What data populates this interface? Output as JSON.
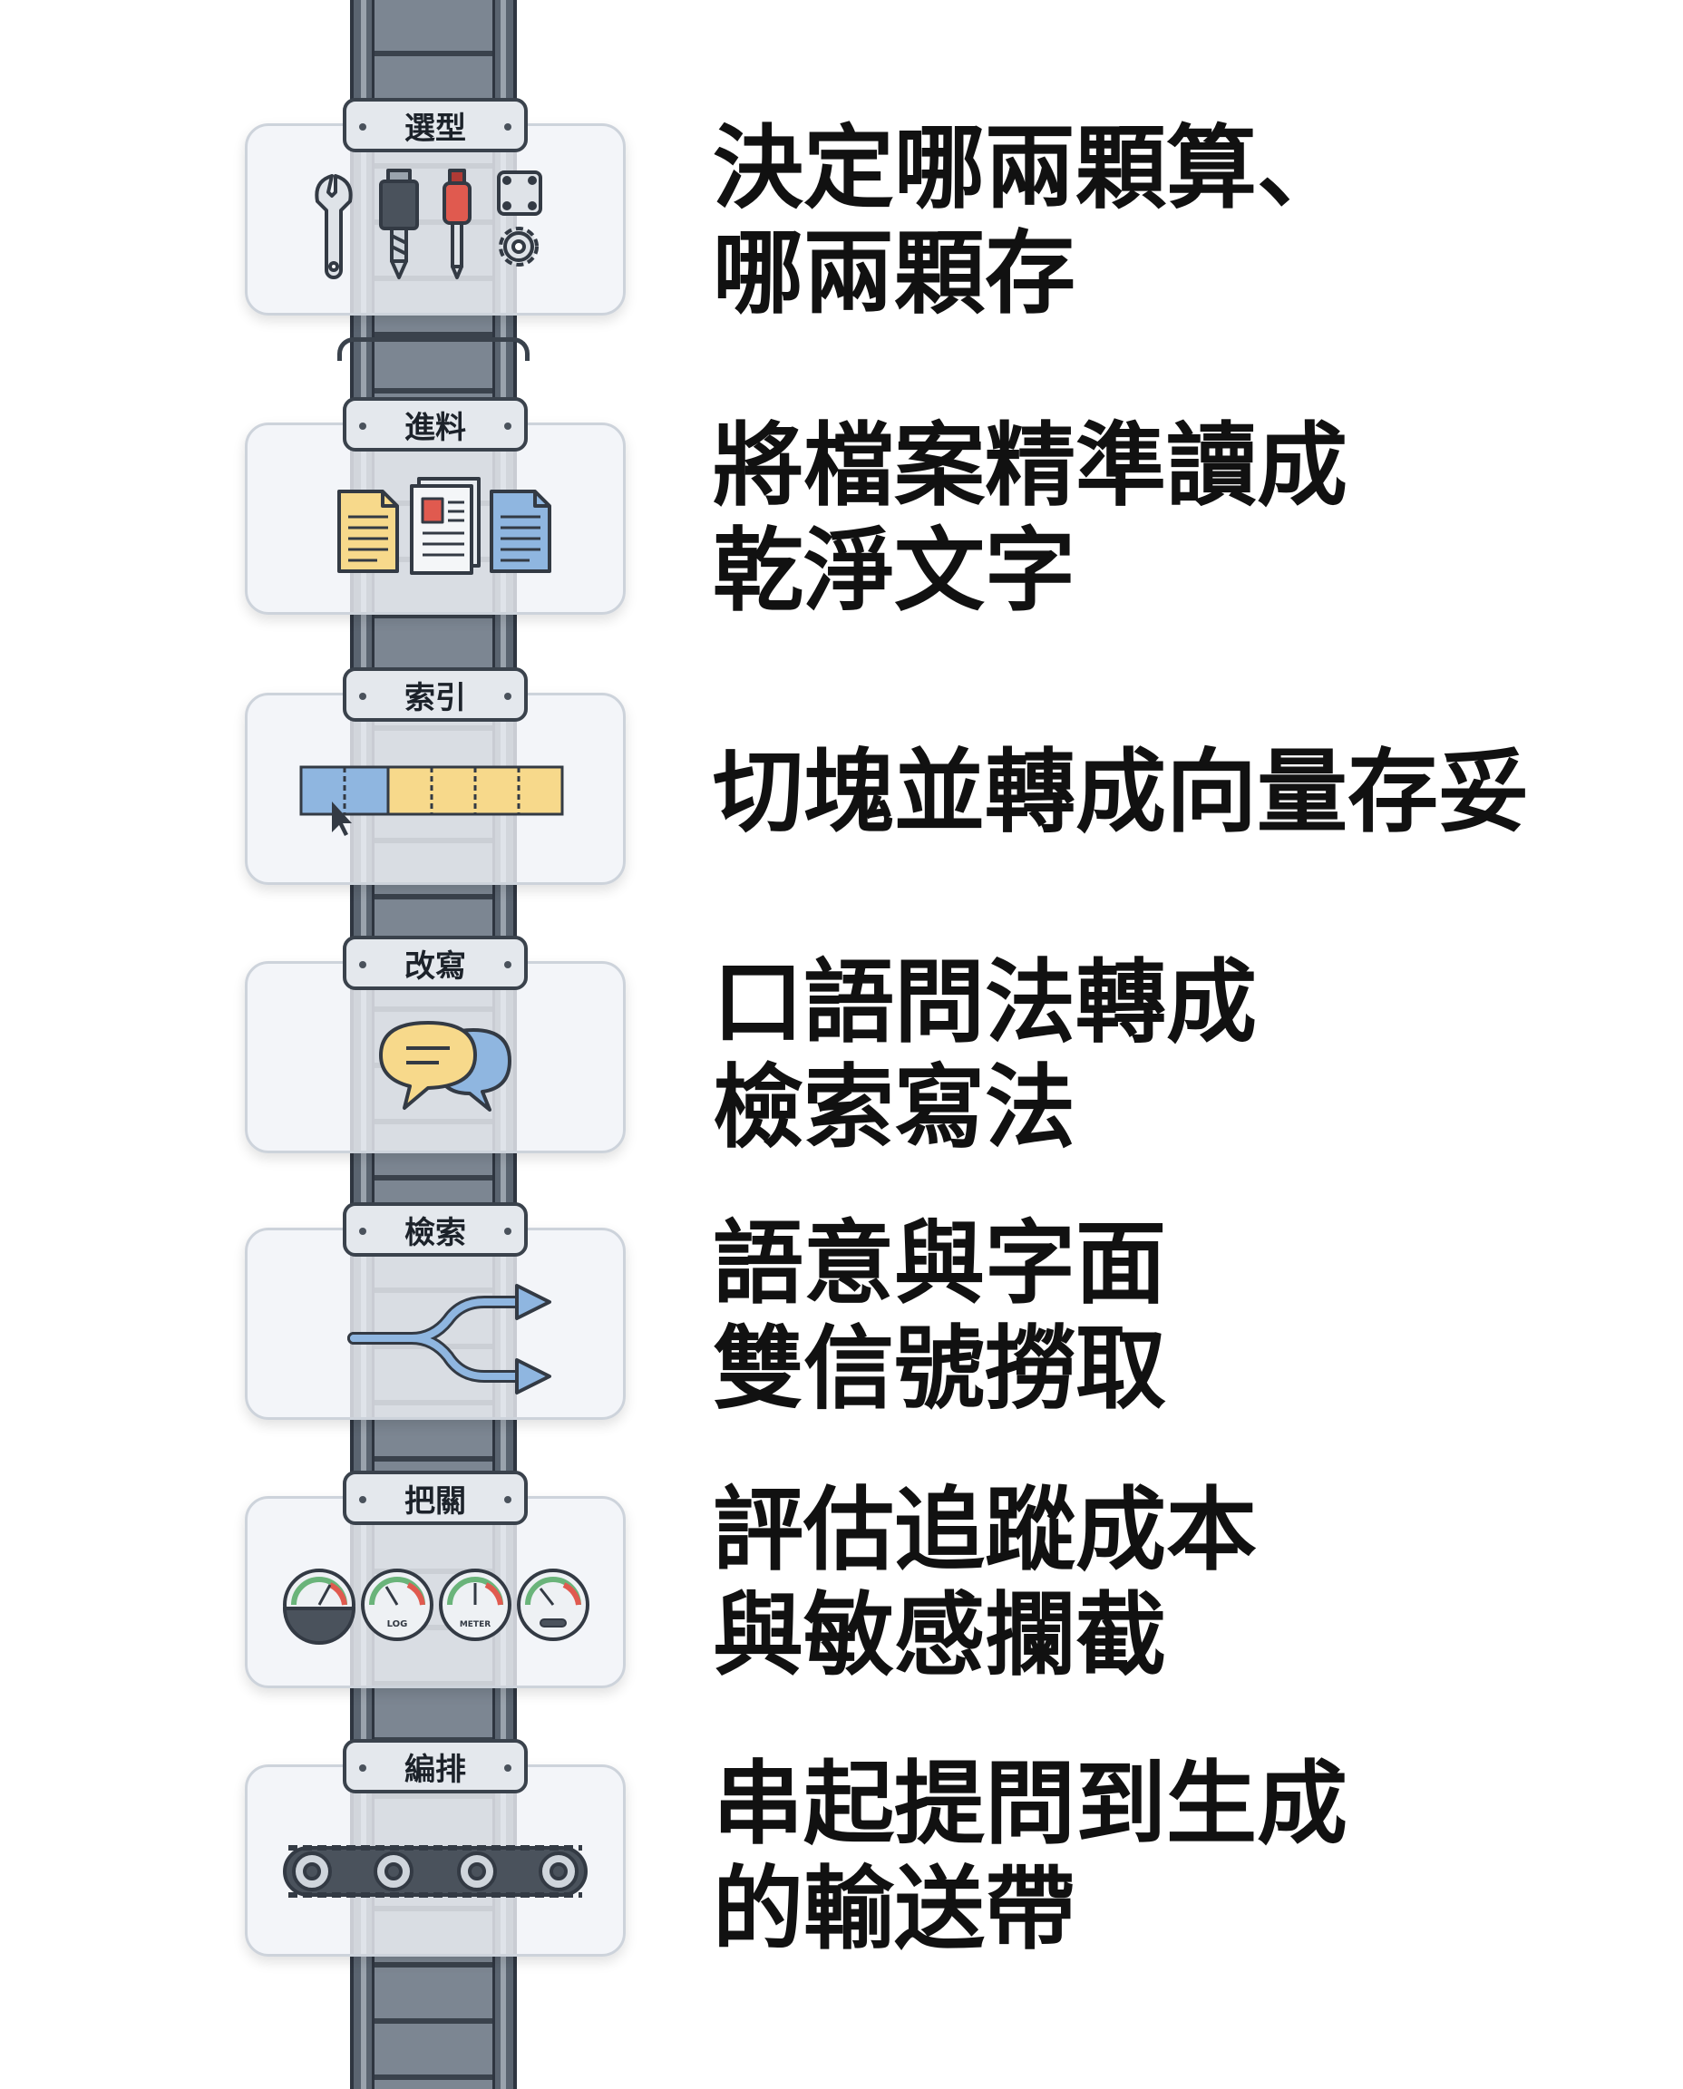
{
  "stages": [
    {
      "label": "選型",
      "icon": "tools-icon",
      "description_lines": [
        "決定哪兩顆算、",
        "哪兩顆存"
      ]
    },
    {
      "label": "進料",
      "icon": "documents-icon",
      "description_lines": [
        "將檔案精準讀成",
        "乾淨文字"
      ]
    },
    {
      "label": "索引",
      "icon": "chunk-strip-icon",
      "description_lines": [
        "切塊並轉成向量存妥"
      ]
    },
    {
      "label": "改寫",
      "icon": "chat-bubbles-icon",
      "description_lines": [
        "口語問法轉成",
        "檢索寫法"
      ]
    },
    {
      "label": "檢索",
      "icon": "split-arrows-icon",
      "description_lines": [
        "語意與字面",
        "雙信號撈取"
      ]
    },
    {
      "label": "把關",
      "icon": "gauges-icon",
      "description_lines": [
        "評估追蹤成本",
        "與敏感攔截"
      ],
      "gauge_labels": [
        "LOG",
        "METER"
      ]
    },
    {
      "label": "編排",
      "icon": "conveyor-icon",
      "description_lines": [
        "串起提問到生成",
        "的輸送帶"
      ]
    }
  ],
  "colors": {
    "belt": "#5a6470",
    "card": "#f0f3f7",
    "label": "#e4e8ed",
    "doc_yellow": "#f7d98b",
    "doc_blue": "#8fb6e0",
    "accent_red": "#e05a4f"
  }
}
